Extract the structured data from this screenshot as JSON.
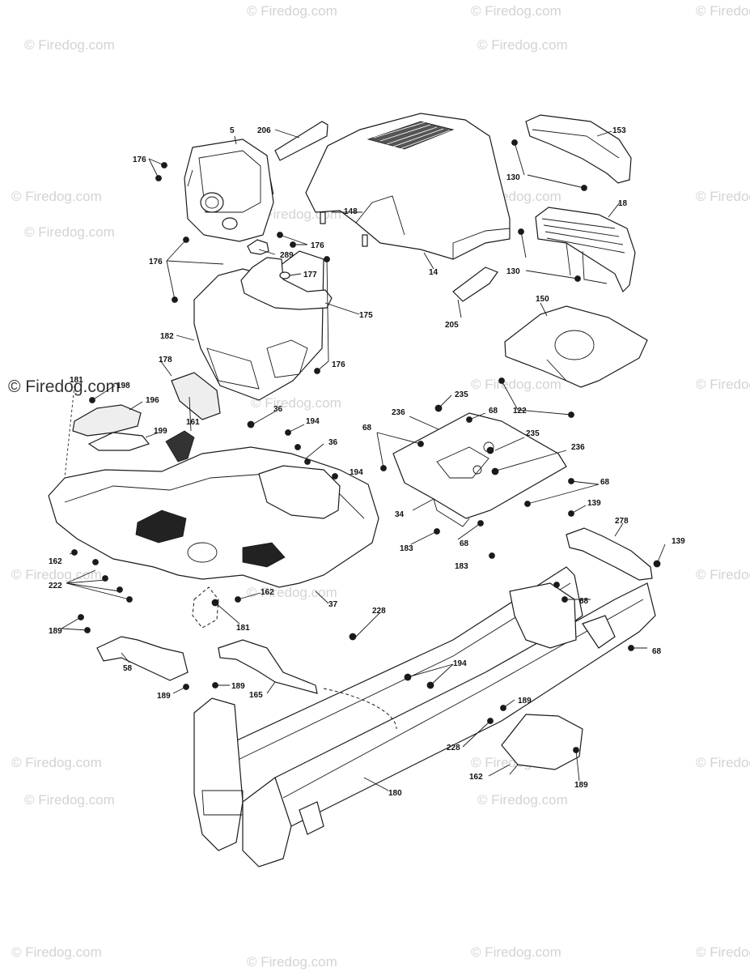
{
  "watermark": {
    "text": "© Firedog.com",
    "accent": "#d3d3d3",
    "dark": "#333333"
  },
  "callouts": [
    {
      "id": "l5",
      "text": "5"
    },
    {
      "id": "l206",
      "text": "206"
    },
    {
      "id": "l153",
      "text": "153"
    },
    {
      "id": "l176a",
      "text": "176"
    },
    {
      "id": "l148",
      "text": "148"
    },
    {
      "id": "l130a",
      "text": "130"
    },
    {
      "id": "l18",
      "text": "18"
    },
    {
      "id": "l176b",
      "text": "176"
    },
    {
      "id": "l176c",
      "text": "176"
    },
    {
      "id": "l289",
      "text": "289"
    },
    {
      "id": "l14",
      "text": "14"
    },
    {
      "id": "l177",
      "text": "177"
    },
    {
      "id": "l130b",
      "text": "130"
    },
    {
      "id": "l175",
      "text": "175"
    },
    {
      "id": "l205",
      "text": "205"
    },
    {
      "id": "l150",
      "text": "150"
    },
    {
      "id": "l182",
      "text": "182"
    },
    {
      "id": "l176d",
      "text": "176"
    },
    {
      "id": "l178",
      "text": "178"
    },
    {
      "id": "l181a",
      "text": "181"
    },
    {
      "id": "l198",
      "text": "198"
    },
    {
      "id": "l235a",
      "text": "235"
    },
    {
      "id": "l196",
      "text": "196"
    },
    {
      "id": "l36a",
      "text": "36"
    },
    {
      "id": "l122",
      "text": "122"
    },
    {
      "id": "l236a",
      "text": "236"
    },
    {
      "id": "l68a",
      "text": "68"
    },
    {
      "id": "l194a",
      "text": "194"
    },
    {
      "id": "l199",
      "text": "199"
    },
    {
      "id": "l161",
      "text": "161"
    },
    {
      "id": "l68b",
      "text": "68"
    },
    {
      "id": "l235b",
      "text": "235"
    },
    {
      "id": "l36b",
      "text": "36"
    },
    {
      "id": "l236b",
      "text": "236"
    },
    {
      "id": "l194b",
      "text": "194"
    },
    {
      "id": "l68c",
      "text": "68"
    },
    {
      "id": "l34",
      "text": "34"
    },
    {
      "id": "l139a",
      "text": "139"
    },
    {
      "id": "l278",
      "text": "278"
    },
    {
      "id": "l68d",
      "text": "68"
    },
    {
      "id": "l162a",
      "text": "162"
    },
    {
      "id": "l183a",
      "text": "183"
    },
    {
      "id": "l139b",
      "text": "139"
    },
    {
      "id": "l183b",
      "text": "183"
    },
    {
      "id": "l222",
      "text": "222"
    },
    {
      "id": "l162b",
      "text": "162"
    },
    {
      "id": "l37",
      "text": "37"
    },
    {
      "id": "l68e",
      "text": "68"
    },
    {
      "id": "l228a",
      "text": "228"
    },
    {
      "id": "l181b",
      "text": "181"
    },
    {
      "id": "l189a",
      "text": "189"
    },
    {
      "id": "l68f",
      "text": "68"
    },
    {
      "id": "l194c",
      "text": "194"
    },
    {
      "id": "l58",
      "text": "58"
    },
    {
      "id": "l189b",
      "text": "189"
    },
    {
      "id": "l165",
      "text": "165"
    },
    {
      "id": "l189c",
      "text": "189"
    },
    {
      "id": "l189d",
      "text": "189"
    },
    {
      "id": "l228b",
      "text": "228"
    },
    {
      "id": "l162c",
      "text": "162"
    },
    {
      "id": "l189e",
      "text": "189"
    },
    {
      "id": "l180",
      "text": "180"
    }
  ]
}
